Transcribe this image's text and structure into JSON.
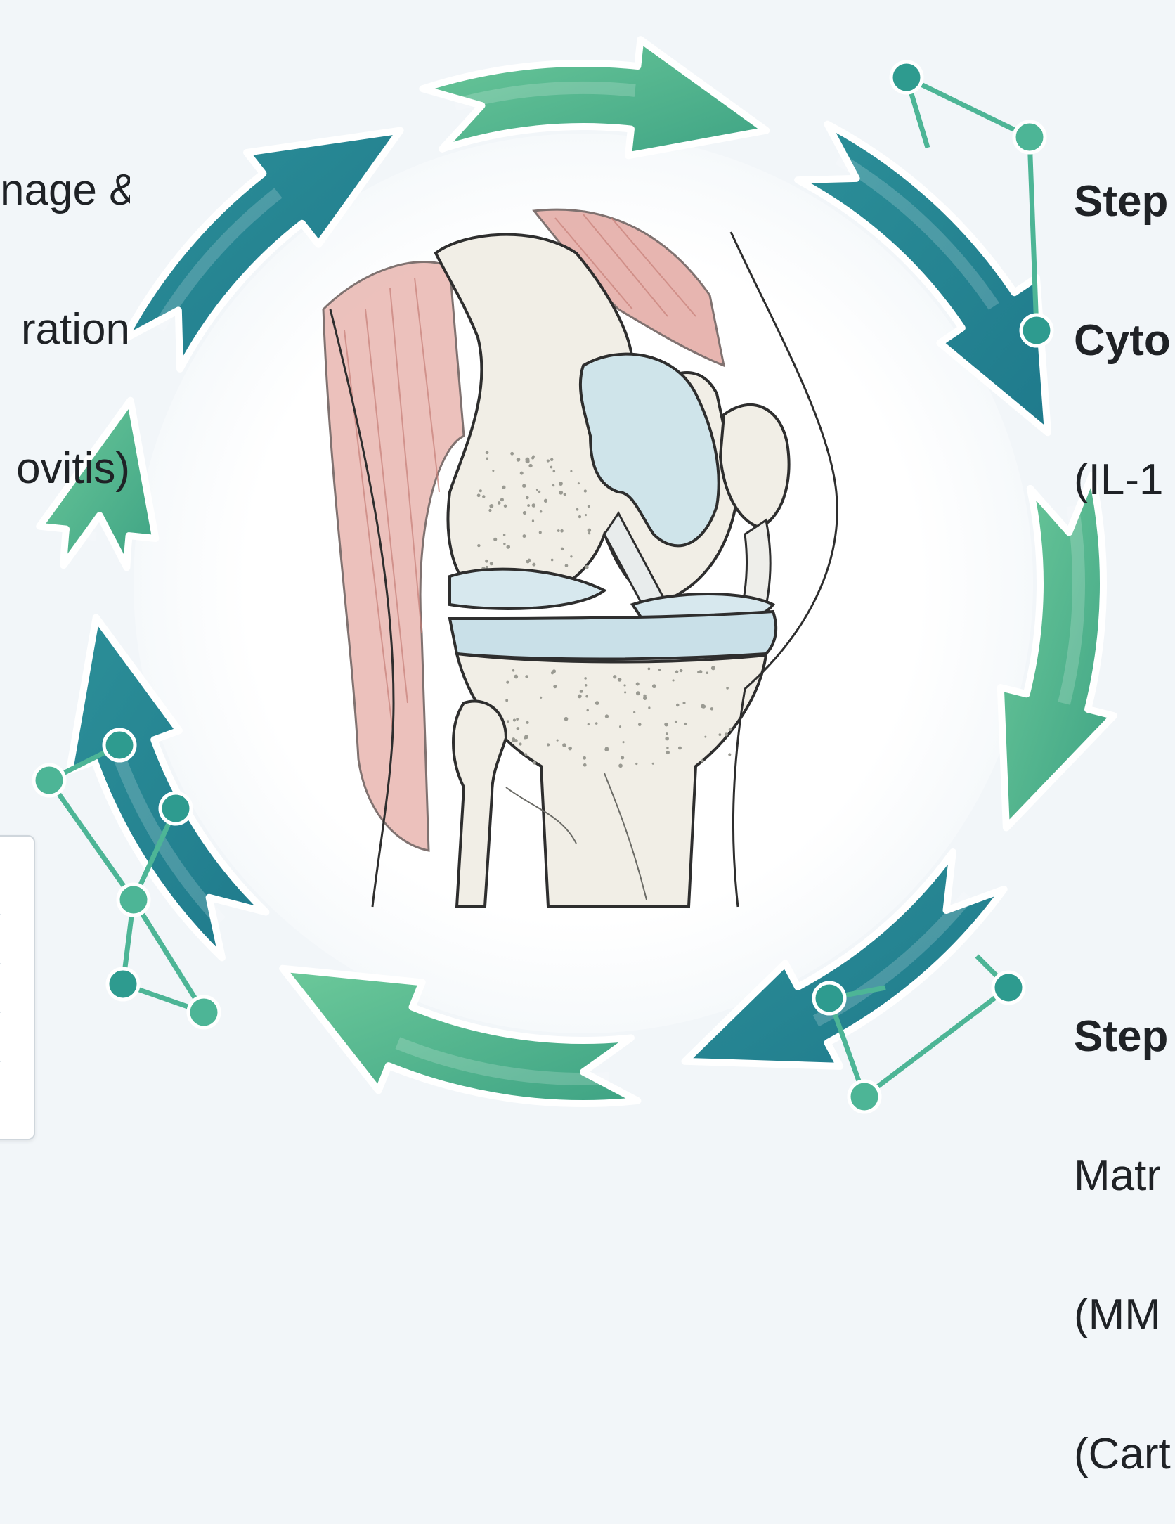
{
  "labels": {
    "left": [
      "nage &",
      "ration",
      "ovitis)"
    ],
    "right_top": {
      "title": "Step",
      "lines": [
        "Cyto",
        "(IL-1"
      ]
    },
    "right_bottom": {
      "title": "Step",
      "lines": [
        "Matr",
        "(MM",
        "(Cart"
      ]
    }
  },
  "colors": {
    "background": "#f2f6f9",
    "teal_dark": "#1f7a8c",
    "teal": "#2c8f98",
    "green": "#4fb58a",
    "green_light": "#6cc99a",
    "muscle": "#e3a9a3",
    "bone": "#efece4",
    "cartilage": "#cfe4ea",
    "node": "#4db596"
  },
  "icons": {
    "center": "knee-joint-anatomy-illustration",
    "network": "molecule-network-icon"
  }
}
